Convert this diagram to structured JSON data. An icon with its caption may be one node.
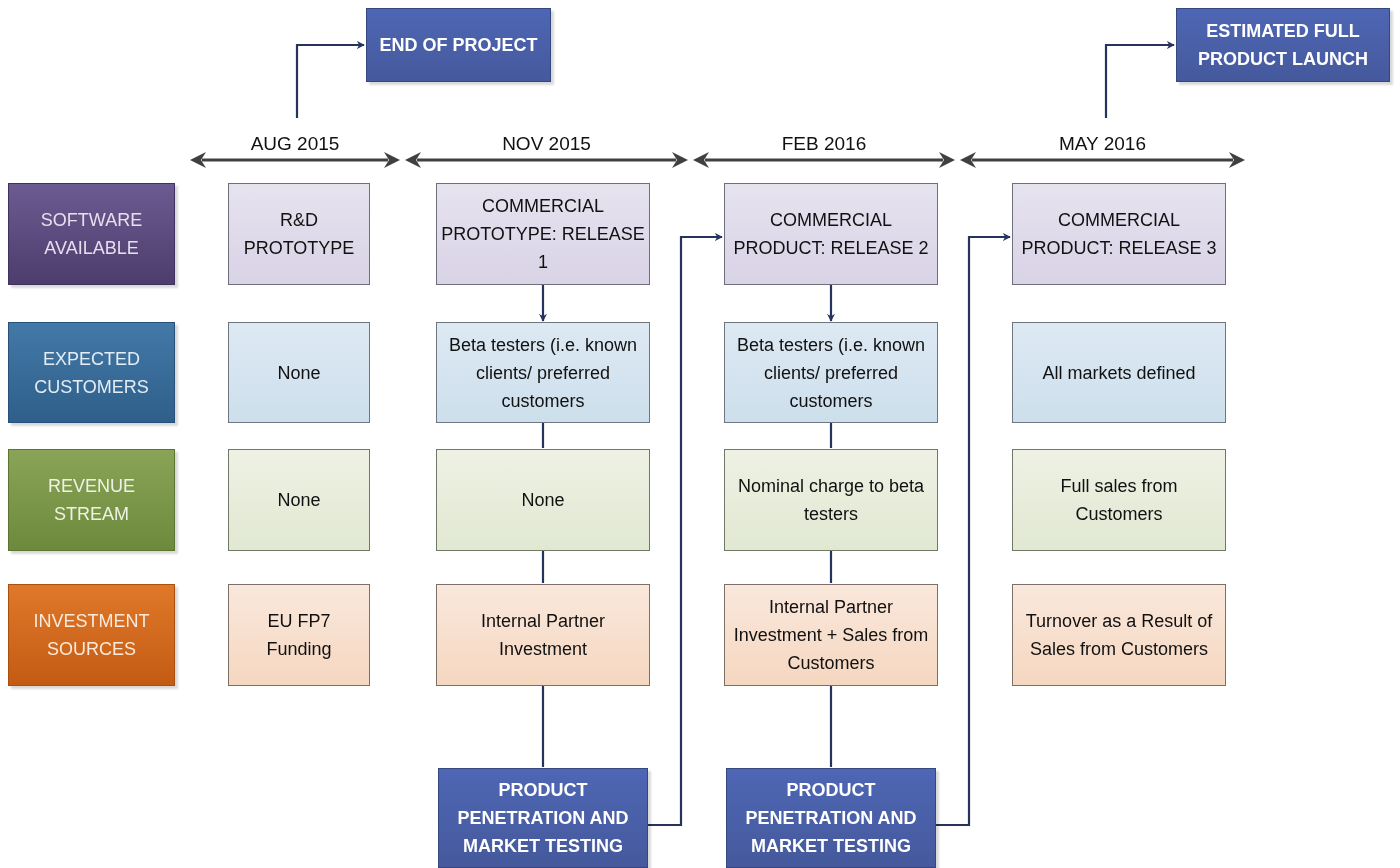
{
  "diagram": {
    "nodes": [
      {
        "text": [
          "END OF PROJECT"
        ]
      },
      {
        "text": [
          "ESTIMATED FULL PRODUCT LAUNCH"
        ]
      },
      {
        "text": [
          "SOFTWARE AVAILABLE"
        ]
      },
      {
        "text": [
          "R&D PROTOTYPE"
        ]
      },
      {
        "text": [
          "COMMERCIAL PROTOTYPE: RELEASE 1"
        ]
      },
      {
        "text": [
          "COMMERCIAL PRODUCT: RELEASE 2"
        ]
      },
      {
        "text": [
          "COMMERCIAL PRODUCT: RELEASE 3"
        ]
      },
      {
        "text": [
          "EXPECTED CUSTOMERS"
        ]
      },
      {
        "text": [
          "None"
        ]
      },
      {
        "text": [
          "Beta testers (i.e. known clients/ preferred customers"
        ]
      },
      {
        "text": [
          "Beta testers (i.e. known clients/ preferred customers"
        ]
      },
      {
        "text": [
          "All markets defined"
        ]
      },
      {
        "text": [
          "REVENUE STREAM"
        ]
      },
      {
        "text": [
          "None"
        ]
      },
      {
        "text": [
          "None"
        ]
      },
      {
        "text": [
          "Nominal charge to beta testers"
        ]
      },
      {
        "text": [
          "Full sales from Customers"
        ]
      },
      {
        "text": [
          "INVESTMENT SOURCES"
        ]
      },
      {
        "text": [
          "EU FP7 Funding"
        ]
      },
      {
        "text": [
          "Internal Partner Investment"
        ]
      },
      {
        "text": [
          "Internal Partner Investment + Sales from Customers"
        ]
      },
      {
        "text": [
          "Turnover as a Result of Sales from Customers"
        ]
      },
      {
        "text": [
          "PRODUCT PENETRATION AND MARKET TESTING"
        ]
      },
      {
        "text": [
          "PRODUCT PENETRATION AND MARKET TESTING"
        ]
      }
    ],
    "edges": [
      {
        "from": null,
        "to": 0,
        "arrow": "to"
      },
      {
        "from": null,
        "to": 1,
        "arrow": "to"
      },
      {
        "from": 4,
        "to": 9,
        "arrow": "to"
      },
      {
        "from": 9,
        "to": 14,
        "arrow": "none"
      },
      {
        "from": 14,
        "to": 19,
        "arrow": "none"
      },
      {
        "from": 19,
        "to": 22,
        "arrow": "none"
      },
      {
        "from": 22,
        "to": 5,
        "arrow": "to"
      },
      {
        "from": 5,
        "to": 10,
        "arrow": "to"
      },
      {
        "from": 10,
        "to": 15,
        "arrow": "none"
      },
      {
        "from": 15,
        "to": 20,
        "arrow": "none"
      },
      {
        "from": 20,
        "to": 23,
        "arrow": "none"
      },
      {
        "from": 23,
        "to": 6,
        "arrow": "to"
      }
    ],
    "labels": [
      "AUG 2015",
      "NOV 2015",
      "FEB 2016",
      "MAY 2016"
    ]
  }
}
